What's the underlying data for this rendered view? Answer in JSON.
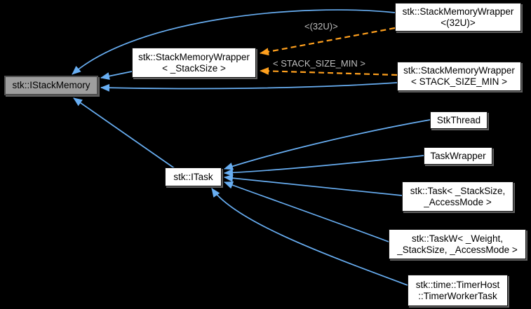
{
  "diagram": {
    "type": "class-inheritance-graph",
    "colors": {
      "background": "#000000",
      "inheritance_edge": "#68aef2",
      "template_instantiation_edge": "#ffa01e",
      "edge_label_text": "#bfbfbf",
      "node_fill": "#ffffff",
      "node_text": "#000000",
      "highlighted_node_fill": "#9e9e9e",
      "highlighted_node_border": "#4f4f4f",
      "node_shadow": "#606060"
    },
    "nodes": {
      "istackmemory": {
        "label": "stk::IStackMemory",
        "highlighted": true
      },
      "wrapper_stacksize": {
        "label": "stk::StackMemoryWrapper\n< _StackSize >",
        "highlighted": false
      },
      "wrapper_32u": {
        "label": "stk::StackMemoryWrapper\n<(32U)>",
        "highlighted": false
      },
      "wrapper_stack_size_min": {
        "label": "stk::StackMemoryWrapper\n< STACK_SIZE_MIN >",
        "highlighted": false
      },
      "itask": {
        "label": "stk::ITask",
        "highlighted": false
      },
      "stkthread": {
        "label": "StkThread",
        "highlighted": false
      },
      "taskwrapper": {
        "label": "TaskWrapper",
        "highlighted": false
      },
      "task": {
        "label": "stk::Task< _StackSize,\n_AccessMode >",
        "highlighted": false
      },
      "taskw": {
        "label": "stk::TaskW< _Weight,\n_StackSize, _AccessMode >",
        "highlighted": false
      },
      "timerworkertask": {
        "label": "stk::time::TimerHost\n::TimerWorkerTask",
        "highlighted": false
      }
    },
    "edge_labels": {
      "instantiation_32u": "<(32U)>",
      "instantiation_stack_size_min": "< STACK_SIZE_MIN >"
    },
    "edges": [
      {
        "from": "wrapper_32u",
        "to": "istackmemory",
        "type": "inheritance"
      },
      {
        "from": "wrapper_stacksize",
        "to": "istackmemory",
        "type": "inheritance"
      },
      {
        "from": "wrapper_stack_size_min",
        "to": "istackmemory",
        "type": "inheritance"
      },
      {
        "from": "itask",
        "to": "istackmemory",
        "type": "inheritance"
      },
      {
        "from": "wrapper_32u",
        "to": "wrapper_stacksize",
        "type": "template-instantiation",
        "label": "<(32U)>"
      },
      {
        "from": "wrapper_stack_size_min",
        "to": "wrapper_stacksize",
        "type": "template-instantiation",
        "label": "< STACK_SIZE_MIN >"
      },
      {
        "from": "stkthread",
        "to": "itask",
        "type": "inheritance"
      },
      {
        "from": "taskwrapper",
        "to": "itask",
        "type": "inheritance"
      },
      {
        "from": "task",
        "to": "itask",
        "type": "inheritance"
      },
      {
        "from": "taskw",
        "to": "itask",
        "type": "inheritance"
      },
      {
        "from": "timerworkertask",
        "to": "itask",
        "type": "inheritance"
      }
    ]
  }
}
